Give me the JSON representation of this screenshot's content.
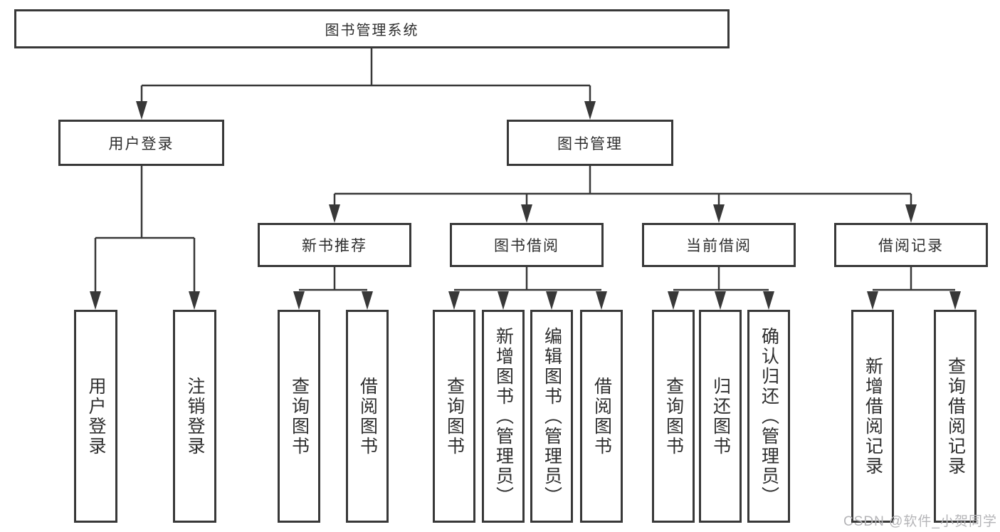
{
  "colors": {
    "line": "#383838",
    "text": "#2e2e2e",
    "watermark": "#b5b5b8",
    "background": "#ffffff"
  },
  "watermark": {
    "text": "CSDN @软件_小贺同学"
  },
  "tree": {
    "root": "图书管理系统",
    "branches": [
      {
        "label": "用户登录",
        "children": [
          "用户登录",
          "注销登录"
        ]
      },
      {
        "label": "图书管理",
        "groups": [
          {
            "label": "新书推荐",
            "children": [
              "查询图书",
              "借阅图书"
            ]
          },
          {
            "label": "图书借阅",
            "children": [
              "查询图书",
              "新增图书（管理员）",
              "编辑图书（管理员）",
              "借阅图书"
            ]
          },
          {
            "label": "当前借阅",
            "children": [
              "查询图书",
              "归还图书",
              "确认归还（管理员）"
            ]
          },
          {
            "label": "借阅记录",
            "children": [
              "新增借阅记录",
              "查询借阅记录"
            ]
          }
        ]
      }
    ]
  }
}
